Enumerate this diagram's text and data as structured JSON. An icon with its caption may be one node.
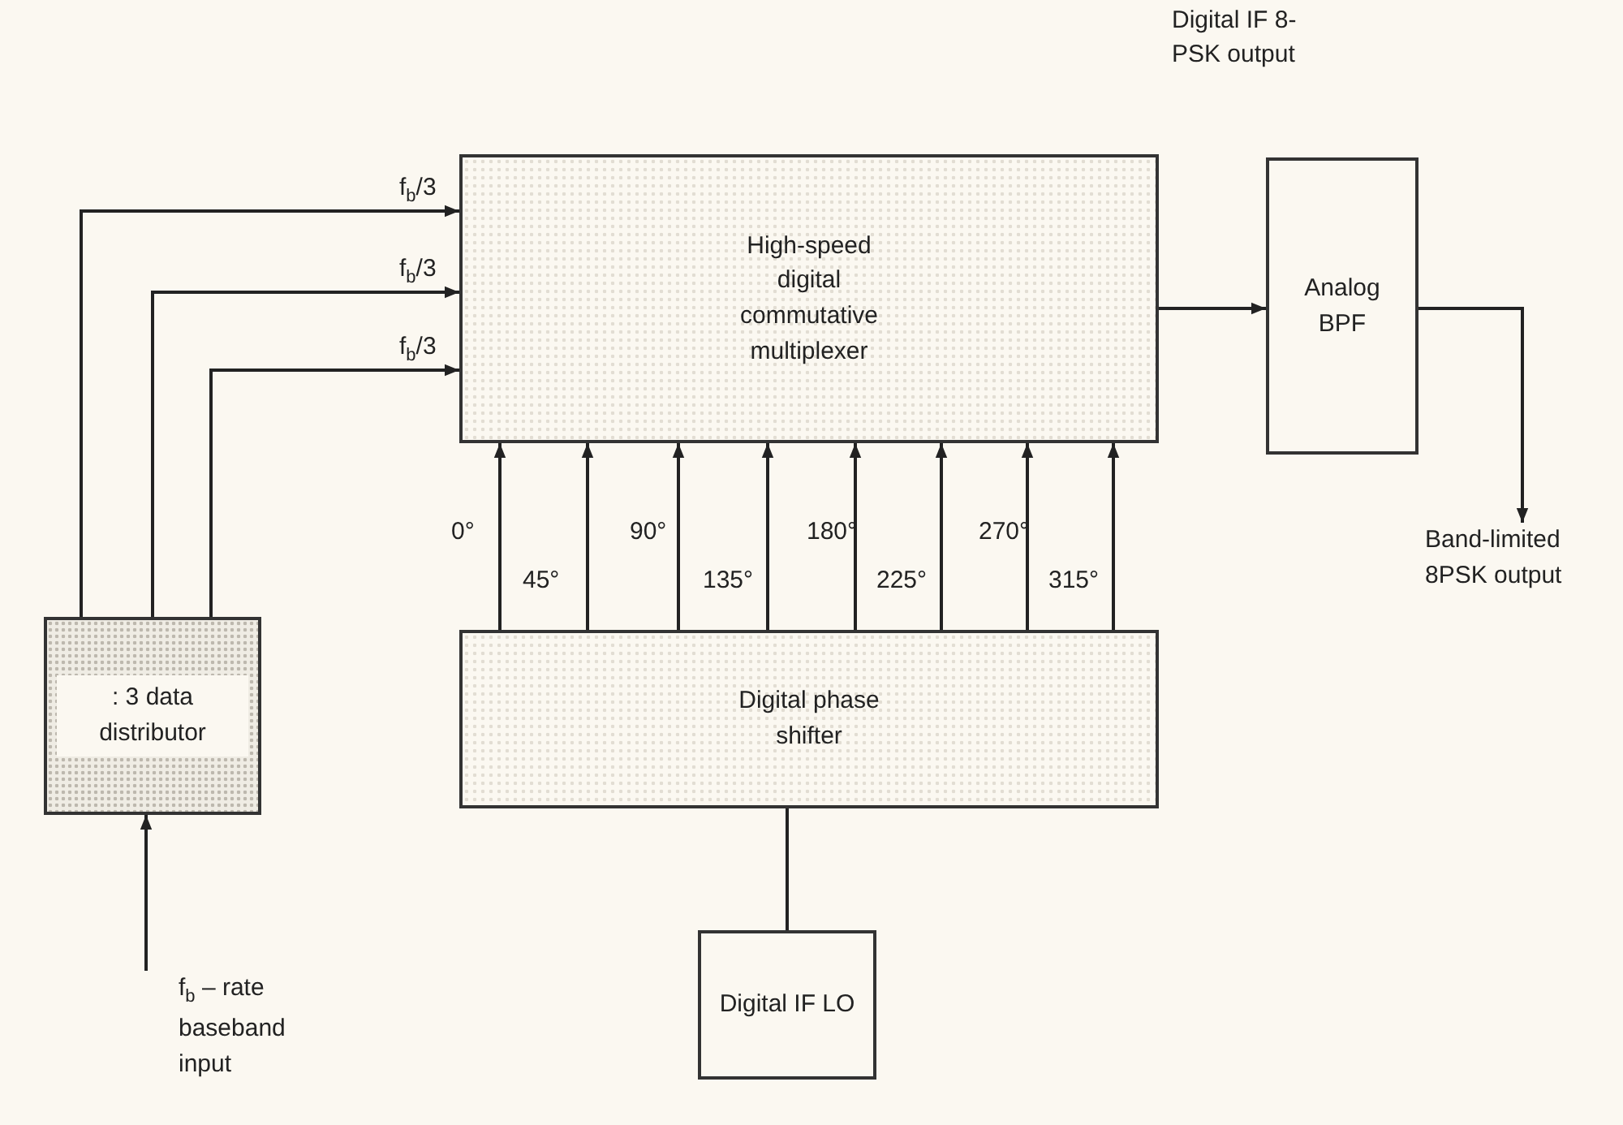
{
  "diagram": {
    "nodes": [
      {
        "text": [
          ": 3 data distributor"
        ]
      },
      {
        "text": [
          "High-speed digital commutative multiplexer"
        ]
      },
      {
        "text": [
          "Analog BPF"
        ]
      },
      {
        "text": [
          "Digital phase shifter"
        ]
      },
      {
        "text": [
          "Digital IF LO"
        ]
      },
      {
        "text": [
          "f$_{b}$ – rate baseband input"
        ]
      },
      {
        "text": [
          "Band-limited 8PSK output"
        ]
      }
    ],
    "edges": [
      {
        "from": 0,
        "to": 1,
        "arrow": "to",
        "label": "f$_{b}$/3"
      },
      {
        "from": 0,
        "to": 1,
        "arrow": "to",
        "label": "f$_{b}$/3"
      },
      {
        "from": 0,
        "to": 1,
        "arrow": "to",
        "label": "f$_{b}$/3"
      },
      {
        "from": 3,
        "to": 1,
        "arrow": "to",
        "label": "0°"
      },
      {
        "from": 3,
        "to": 1,
        "arrow": "to",
        "label": "45°"
      },
      {
        "from": 3,
        "to": 1,
        "arrow": "to",
        "label": "90°"
      },
      {
        "from": 3,
        "to": 1,
        "arrow": "to",
        "label": "135°"
      },
      {
        "from": 3,
        "to": 1,
        "arrow": "to",
        "label": "180°"
      },
      {
        "from": 3,
        "to": 1,
        "arrow": "to",
        "label": "225°"
      },
      {
        "from": 3,
        "to": 1,
        "arrow": "to",
        "label": "270°"
      },
      {
        "from": 3,
        "to": 1,
        "arrow": "to",
        "label": "315°"
      },
      {
        "from": 4,
        "to": 3,
        "arrow": "none"
      },
      {
        "from": 1,
        "to": 2,
        "arrow": "to"
      },
      {
        "from": 5,
        "to": 0,
        "arrow": "to"
      },
      {
        "from": 2,
        "to": 6,
        "arrow": "to"
      }
    ],
    "labels": [
      "Digital IF 8-PSK output"
    ]
  }
}
